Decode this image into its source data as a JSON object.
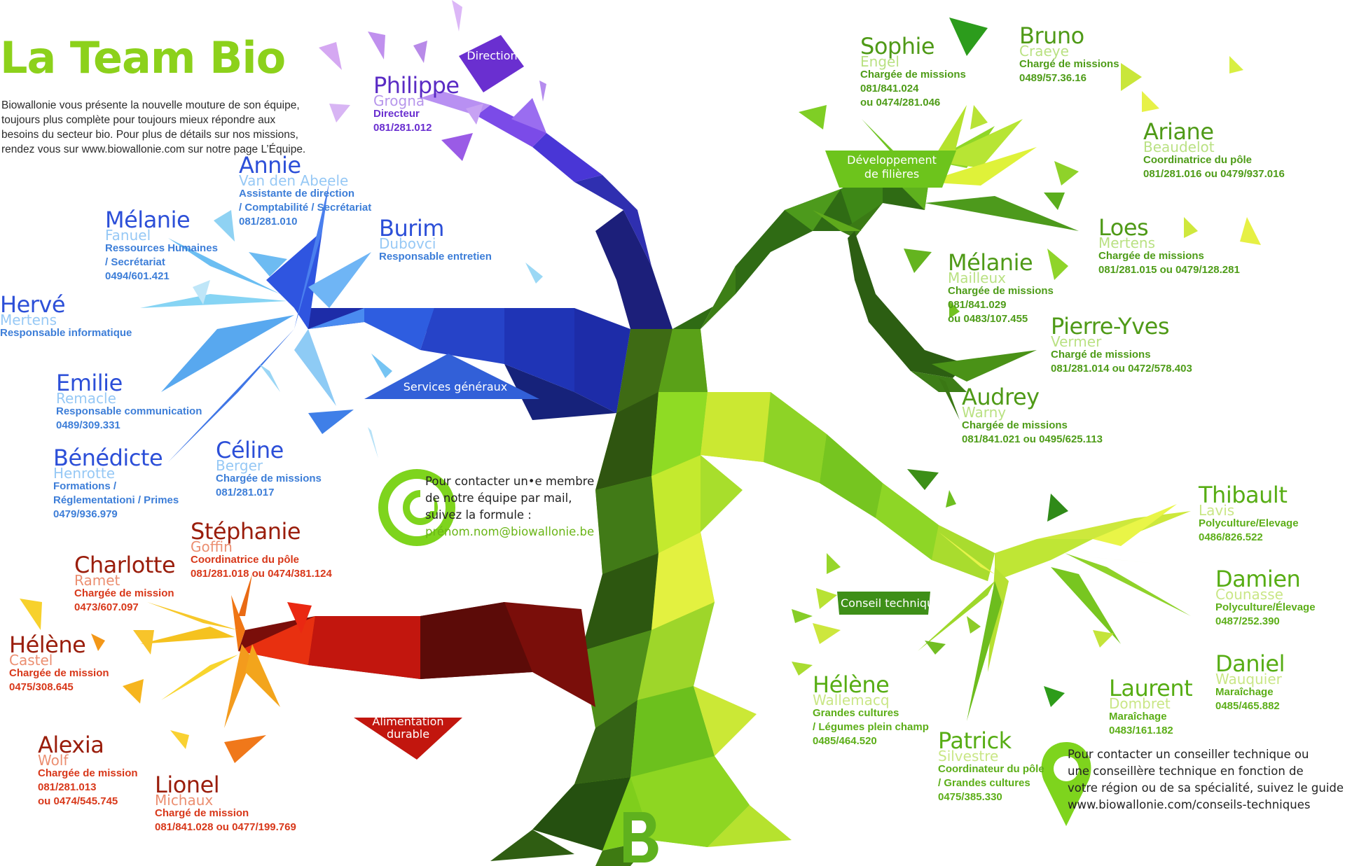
{
  "title": "La Team Bio",
  "intro": "Biowallonie vous présente la nouvelle mouture de son équipe, toujours plus complète pour toujours mieux répondre aux besoins du secteur bio. Pour plus de détails sur nos missions, rendez vous sur www.biowallonie.com sur notre page L’Équipe.",
  "branches": {
    "direction": "Direction",
    "services_generaux": "Services généraux",
    "developpement_line1": "Développement",
    "developpement_line2": "de filières",
    "conseil_technique": "Conseil technique",
    "alimentation_line1": "Alimentation",
    "alimentation_line2": "durable"
  },
  "colors": {
    "title": "#8cd11b",
    "direction": "#6a2fd0",
    "services_generaux": "#3d7ed8",
    "alimentation_durable": "#d8381a",
    "developpement_filieres": "#4e9c18",
    "conseil_technique": "#6dc41c"
  },
  "team": {
    "philippe": {
      "first": "Philippe",
      "last": "Grogna",
      "role": "Directeur",
      "phone": "081/281.012"
    },
    "annie": {
      "first": "Annie",
      "last": "Van den Abeele",
      "role1": "Assistante de direction",
      "role2": "/ Comptabilité / Secrétariat",
      "phone": "081/281.010"
    },
    "melanie_f": {
      "first": "Mélanie",
      "last": "Fanuel",
      "role1": "Ressources Humaines",
      "role2": "/ Secrétariat",
      "phone": "0494/601.421"
    },
    "burim": {
      "first": "Burim",
      "last": "Dubovci",
      "role": "Responsable entretien"
    },
    "herve": {
      "first": "Hervé",
      "last": "Mertens",
      "role": "Responsable informatique"
    },
    "emilie": {
      "first": "Emilie",
      "last": "Remacle",
      "role": "Responsable communication",
      "phone": "0489/309.331"
    },
    "benedicte": {
      "first": "Bénédicte",
      "last": "Henrotte",
      "role1": "Formations /",
      "role2": "Réglementationi / Primes",
      "phone": "0479/936.979"
    },
    "celine": {
      "first": "Céline",
      "last": "Berger",
      "role": "Chargée de missions",
      "phone": "081/281.017"
    },
    "stephanie": {
      "first": "Stéphanie",
      "last": "Goffin",
      "role": "Coordinatrice du pôle",
      "phone": "081/281.018 ou 0474/381.124"
    },
    "charlotte": {
      "first": "Charlotte",
      "last": "Ramet",
      "role": "Chargée de mission",
      "phone": "0473/607.097"
    },
    "helene_c": {
      "first": "Hélène",
      "last": "Castel",
      "role": "Chargée de mission",
      "phone": "0475/308.645"
    },
    "alexia": {
      "first": "Alexia",
      "last": "Wolf",
      "role": "Chargée de mission",
      "phone1": "081/281.013",
      "phone2": "ou 0474/545.745"
    },
    "lionel": {
      "first": "Lionel",
      "last": "Michaux",
      "role": "Chargé de mission",
      "phone": "081/841.028 ou 0477/199.769"
    },
    "sophie": {
      "first": "Sophie",
      "last": "Engel",
      "role": "Chargée de missions",
      "phone1": "081/841.024",
      "phone2": "ou 0474/281.046"
    },
    "bruno": {
      "first": "Bruno",
      "last": "Craeye",
      "role": "Chargé de missions",
      "phone": "0489/57.36.16"
    },
    "ariane": {
      "first": "Ariane",
      "last": "Beaudelot",
      "role": "Coordinatrice du pôle",
      "phone": "081/281.016 ou 0479/937.016"
    },
    "loes": {
      "first": "Loes",
      "last": "Mertens",
      "role": "Chargée de missions",
      "phone": "081/281.015 ou 0479/128.281"
    },
    "melanie_m": {
      "first": "Mélanie",
      "last": "Mailleux",
      "role": "Chargée de missions",
      "phone1": "081/841.029",
      "phone2": "ou 0483/107.455"
    },
    "pierre_yves": {
      "first": "Pierre-Yves",
      "last": "Vermer",
      "role": "Chargé de missions",
      "phone": "081/281.014 ou 0472/578.403"
    },
    "audrey": {
      "first": "Audrey",
      "last": "Warny",
      "role": "Chargée de missions",
      "phone": "081/841.021 ou 0495/625.113"
    },
    "thibault": {
      "first": "Thibault",
      "last": "Lavis",
      "role": "Polyculture/Elevage",
      "phone": "0486/826.522"
    },
    "damien": {
      "first": "Damien",
      "last": "Counasse",
      "role": "Polyculture/Élevage",
      "phone": "0487/252.390"
    },
    "daniel": {
      "first": "Daniel",
      "last": "Wauquier",
      "role": "Maraîchage",
      "phone": "0485/465.882"
    },
    "laurent": {
      "first": "Laurent",
      "last": "Dombret",
      "role": "Maraîchage",
      "phone": "0483/161.182"
    },
    "helene_w": {
      "first": "Hélène",
      "last": "Wallemacq",
      "role1": "Grandes cultures",
      "role2": "/ Légumes plein champ",
      "phone": "0485/464.520"
    },
    "patrick": {
      "first": "Patrick",
      "last": "Silvestre",
      "role1": "Coordinateur du pôle",
      "role2": "/ Grandes cultures",
      "phone": "0475/385.330"
    }
  },
  "email_contact": {
    "line1": "Pour contacter un•e membre",
    "line2": "de notre équipe par mail,",
    "line3": "suivez la formule :",
    "email": "prénom.nom@biowallonie.be"
  },
  "advisor_contact": {
    "line1": "Pour contacter un conseiller technique ou",
    "line2": "une conseillère technique en fonction de",
    "line3": "votre région ou de sa spécialité, suivez le guide :",
    "url": "www.biowallonie.com/conseils-techniques"
  }
}
